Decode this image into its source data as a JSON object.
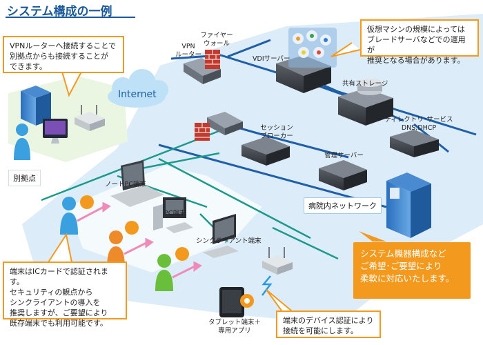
{
  "title": "システム構成の一例",
  "callouts": {
    "vpn": "VPNルーターへ接続することで\n別拠点からも接続することが\nできます。",
    "vdi": "仮想マシンの規模によっては\nブレードサーバなどでの運用が\n推奨となる場合があります。",
    "ic_card": "端末はICカードで認証されます。\nセキュリティの観点から\nシンクライアントの導入を\n推奨しますが、ご要望により\n既存端末でも利用可能です。",
    "device_auth": "端末のデバイス認証により\n接続を可能にします。",
    "system_config": "システム機器構成など\nご希望･ご要望により\n柔軟に対応いたします。"
  },
  "labels": {
    "internet": "Internet",
    "vpn_router": "VPN\nルーター",
    "firewall": "ファイヤー\nウォール",
    "vdi_server": "VDIサーバー",
    "shared_storage": "共有ストレージ",
    "directory": "ディレクトリ･サービス\nDNS,DHCP",
    "session_broker": "セッション\nブローカー",
    "mgmt_server": "管理サーバー",
    "hospital_network": "病院内ネットワーク",
    "branch": "別拠点",
    "notebook": "ノートPC端末",
    "pc": "PC端末",
    "thin_client": "シンクライアント端末",
    "tablet": "タブレット端末＋\n専用アプリ"
  },
  "colors": {
    "title": "#1a5a9a",
    "callout_border": "#f39a1e",
    "network_line": "#1f5fa8",
    "lan_line": "#1a9a8a",
    "floor": "#dcecf8",
    "user_blue": "#3aa0e0",
    "user_orange": "#ee8a2a",
    "user_green": "#6abf3a",
    "arrow_pink": "#f08ab8"
  },
  "icons": [
    "cloud-icon",
    "firewall-icon",
    "router-icon",
    "server-icon",
    "storage-icon",
    "building-icon",
    "user-icon",
    "key-icon",
    "laptop-icon",
    "monitor-icon",
    "tablet-icon",
    "wifi-router-icon",
    "lightning-icon"
  ]
}
